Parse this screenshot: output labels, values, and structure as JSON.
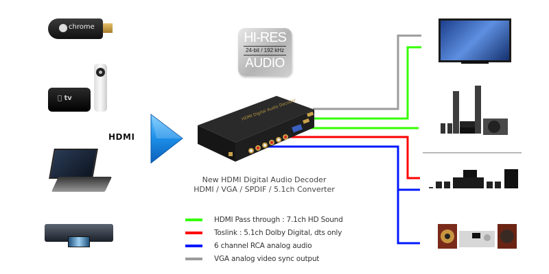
{
  "badge": {
    "line1": "HI-RES",
    "line2": "24-bit / 192 kHz",
    "line3": "AUDIO"
  },
  "input_label": "HDMI",
  "caption": {
    "line1": "New HDMI Digital Audio Decoder",
    "line2": "HDMI / VGA / SPDIF / 5.1ch Converter"
  },
  "legend": [
    {
      "label": "HDMI Pass through : 7.1ch HD Sound",
      "color": "#33ff00"
    },
    {
      "label": "Toslink : 5.1ch Dolby Digital, dts only",
      "color": "#ff0000"
    },
    {
      "label": "6 channel RCA analog audio",
      "color": "#0018ff"
    },
    {
      "label": "VGA analog video sync output",
      "color": "#9b9b9b"
    }
  ],
  "sources": [
    {
      "name": "Chromecast",
      "text": "chrome"
    },
    {
      "name": "Apple TV",
      "text": "tv"
    },
    {
      "name": "Laptop"
    },
    {
      "name": "Blu-ray Player"
    }
  ],
  "outputs": [
    {
      "name": "Television"
    },
    {
      "name": "Home Theater Speaker System"
    },
    {
      "name": "AV Receiver with Speakers"
    },
    {
      "name": "Mini Hi-Fi System"
    }
  ],
  "colors": {
    "hdmi": "#33ff00",
    "toslink": "#ff0000",
    "rca": "#0018ff",
    "vga": "#9b9b9b",
    "divider": "#b8b8b8",
    "arrow": "#1c8ee8"
  }
}
